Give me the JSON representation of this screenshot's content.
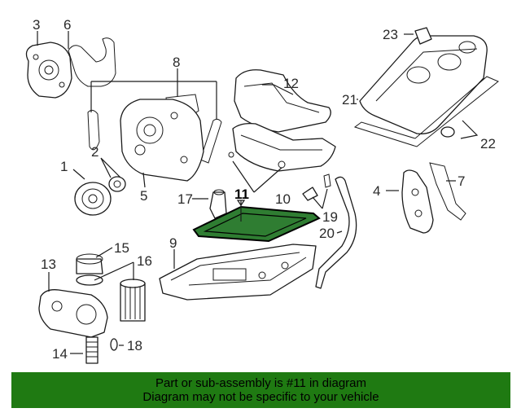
{
  "callouts": {
    "c1": "1",
    "c2": "2",
    "c3": "3",
    "c4": "4",
    "c5": "5",
    "c6": "6",
    "c7": "7",
    "c8": "8",
    "c9": "9",
    "c10": "10",
    "c11": "11",
    "c12": "12",
    "c13": "13",
    "c14": "14",
    "c15": "15",
    "c16": "16",
    "c17": "17",
    "c18": "18",
    "c19": "19",
    "c20": "20",
    "c21": "21",
    "c22": "22",
    "c23": "23"
  },
  "highlighted_part": "11",
  "colors": {
    "highlight": "#2f7d32",
    "banner": "#1f7a12"
  },
  "banner": {
    "line1": "Part or sub-assembly is #11 in diagram",
    "line2": "Diagram may not be specific to your vehicle"
  }
}
